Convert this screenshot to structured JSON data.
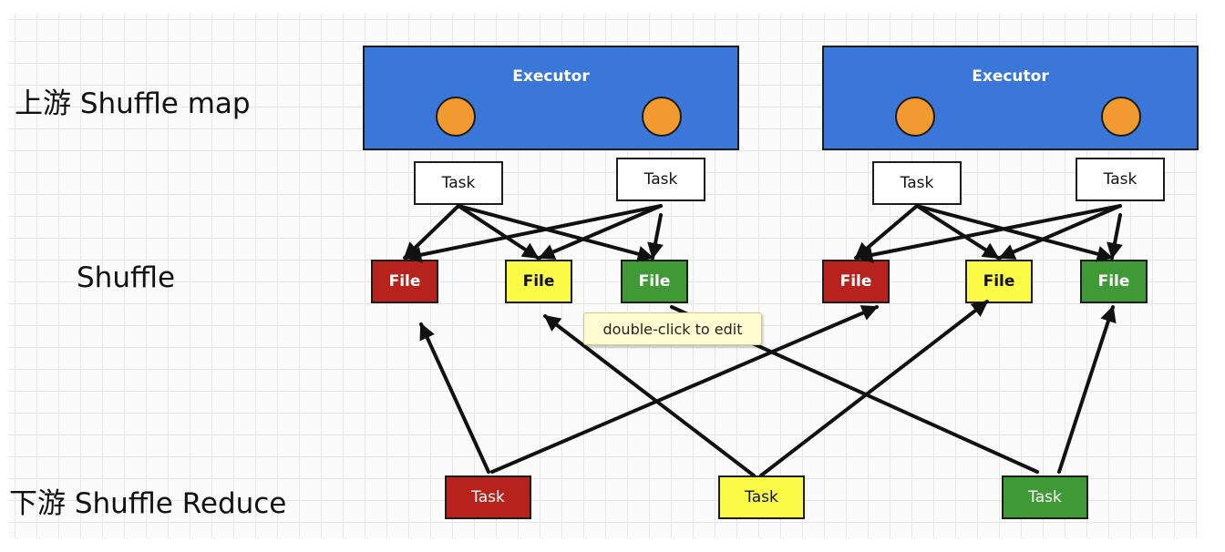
{
  "row_labels": {
    "upstream": "上游 Shuffle map",
    "shuffle": "Shuffle",
    "downstream": "下游 Shuffle Reduce"
  },
  "executors": [
    {
      "title": "Executor",
      "tasks": [
        "Task",
        "Task"
      ],
      "files": [
        "File",
        "File",
        "File"
      ]
    },
    {
      "title": "Executor",
      "tasks": [
        "Task",
        "Task"
      ],
      "files": [
        "File",
        "File",
        "File"
      ]
    }
  ],
  "reduce_tasks": [
    "Task",
    "Task",
    "Task"
  ],
  "tooltip": "double-click to edit",
  "colors": {
    "executor": "#3b76d9",
    "core": "#f29a30",
    "red": "#b7221c",
    "yellow": "#fbfb47",
    "green": "#3f9a36"
  }
}
